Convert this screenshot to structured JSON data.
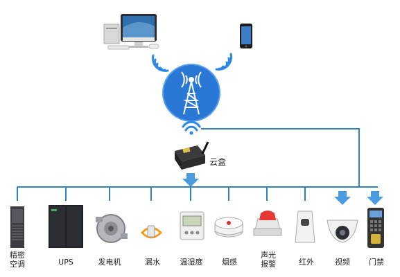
{
  "center": {
    "label": "云盒"
  },
  "colors": {
    "line": "#2f7fc1",
    "arrow": "#4a9be0",
    "circle": "#2a78d6",
    "wifi": "#2c88e6"
  },
  "devices": [
    {
      "key": "precision-ac",
      "label": "精密\n空调"
    },
    {
      "key": "ups",
      "label": "UPS"
    },
    {
      "key": "generator",
      "label": "发电机"
    },
    {
      "key": "water-leak",
      "label": "漏水"
    },
    {
      "key": "temp-humidity",
      "label": "温湿度"
    },
    {
      "key": "smoke",
      "label": "烟感"
    },
    {
      "key": "sound-light-alarm",
      "label": "声光\n报警"
    },
    {
      "key": "infrared",
      "label": "红外"
    },
    {
      "key": "video",
      "label": "视频"
    },
    {
      "key": "access-control",
      "label": "门禁"
    }
  ]
}
